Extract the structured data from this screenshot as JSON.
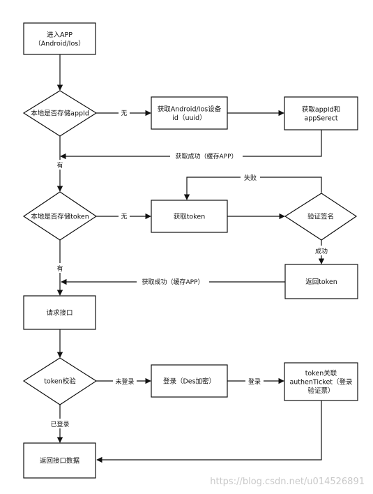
{
  "nodes": {
    "enter_app": [
      "进入APP",
      "（Android/Ios）"
    ],
    "check_appid": [
      "本地是否存储appId"
    ],
    "get_device_id": [
      "获取Android/Ios设备",
      "id（uuid）"
    ],
    "get_appid": [
      "获取appId和",
      "appSerect"
    ],
    "check_token": [
      "本地是否存储token"
    ],
    "get_token": [
      "获取token"
    ],
    "verify_sign": [
      "验证签名"
    ],
    "return_token": [
      "返回token"
    ],
    "request_api": [
      "请求接口"
    ],
    "token_check": [
      "token校验"
    ],
    "login": [
      "登录（Des加密）"
    ],
    "token_link": [
      "token关联",
      "authenTicket（登录",
      "验证票）"
    ],
    "return_data": [
      "返回接口数据"
    ]
  },
  "edges": {
    "no_1": "无",
    "has_1": "有",
    "success_cache_1": "获取成功（缓存APP）",
    "no_2": "无",
    "fail": "失败",
    "success": "成功",
    "has_2": "有",
    "success_cache_2": "获取成功（缓存APP）",
    "not_logged_in": "未登录",
    "logged_in": "已登录",
    "login": "登录"
  },
  "watermark": "https://blog.csdn.net/u014526891",
  "colors": {
    "stroke": "#111111",
    "fill": "#ffffff",
    "watermark": "#c9c9c9"
  }
}
